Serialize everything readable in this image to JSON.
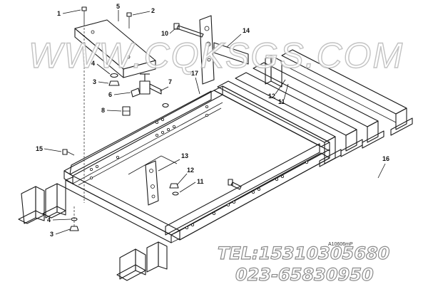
{
  "watermark": "WWW.CQKSGS.COM",
  "contact": {
    "tel": "TEL:15310305680",
    "phone": "023-65830950"
  },
  "figure_code": "A10606mP",
  "callouts": [
    "1",
    "5",
    "2",
    "10",
    "14",
    "4",
    "3",
    "17",
    "6",
    "7",
    "12",
    "11",
    "8",
    "15",
    "13",
    "12",
    "11",
    "16",
    "4",
    "3"
  ]
}
